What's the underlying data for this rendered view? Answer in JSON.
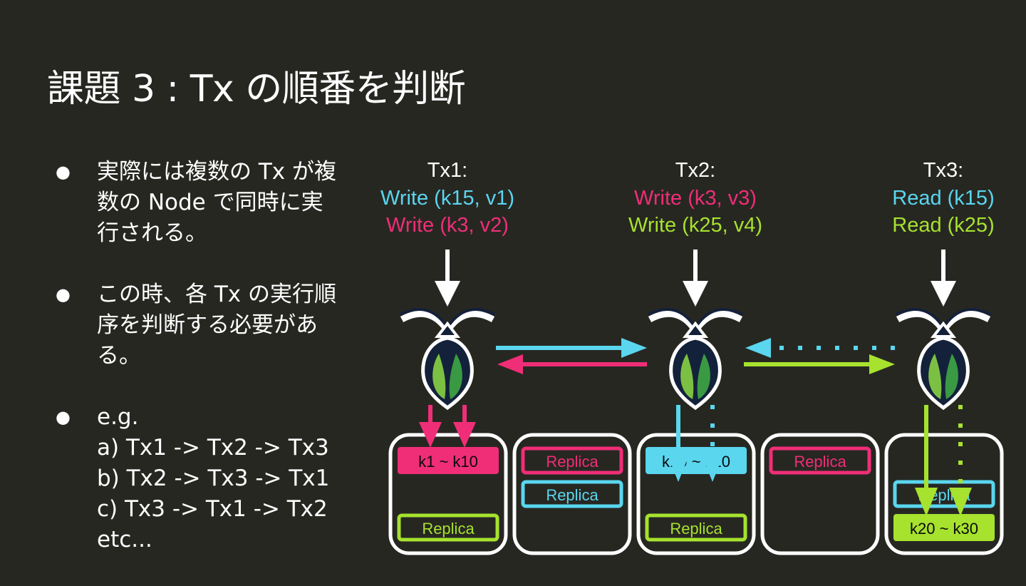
{
  "title": "課題 3 : Tx の順番を判断",
  "bullets": [
    {
      "lines": [
        "実際には複数の Tx が複",
        "数の Node で同時に実",
        "行される。"
      ]
    },
    {
      "lines": [
        "この時、各 Tx の実行順",
        "序を判断する必要があ",
        "る。"
      ]
    },
    {
      "lines": [
        "e.g.",
        "a) Tx1 -> Tx2 -> Tx3",
        "b) Tx2 -> Tx3 -> Tx1",
        "c) Tx3 -> Tx1 -> Tx2",
        "etc..."
      ]
    }
  ],
  "colors": {
    "background": "#272722",
    "cyan": "#5ad6ef",
    "pink": "#ef2e77",
    "green": "#a6e22e",
    "white": "#ffffff",
    "node_body": "#14213a"
  },
  "transactions": [
    {
      "label": "Tx1:",
      "ops": [
        {
          "text": "Write (k15, v1)",
          "color": "cyan"
        },
        {
          "text": "Write (k3, v2)",
          "color": "pink"
        }
      ]
    },
    {
      "label": "Tx2:",
      "ops": [
        {
          "text": "Write (k3, v3)",
          "color": "pink"
        },
        {
          "text": "Write (k25, v4)",
          "color": "green"
        }
      ]
    },
    {
      "label": "Tx3:",
      "ops": [
        {
          "text": "Read (k15)",
          "color": "cyan"
        },
        {
          "text": "Read (k25)",
          "color": "green"
        }
      ]
    }
  ],
  "node_icon": "cockroach-logo-icon",
  "shards": [
    {
      "ranges": [
        {
          "text": "k1 ~ k10",
          "style": "filled",
          "color": "pink"
        },
        {
          "text": "Replica",
          "style": "outline",
          "color": "green"
        }
      ]
    },
    {
      "ranges": [
        {
          "text": "Replica",
          "style": "outline",
          "color": "pink"
        },
        {
          "text": "Replica",
          "style": "outline",
          "color": "cyan"
        }
      ]
    },
    {
      "ranges": [
        {
          "text": "k10 ~ k20",
          "style": "filled",
          "color": "cyan"
        },
        {
          "text": "Replica",
          "style": "outline",
          "color": "green"
        }
      ]
    },
    {
      "ranges": [
        {
          "text": "Replica",
          "style": "outline",
          "color": "pink"
        }
      ]
    },
    {
      "ranges": [
        {
          "text": "Replica",
          "style": "outline",
          "color": "cyan"
        },
        {
          "text": "k20 ~ k30",
          "style": "filled",
          "color": "green"
        }
      ]
    }
  ]
}
